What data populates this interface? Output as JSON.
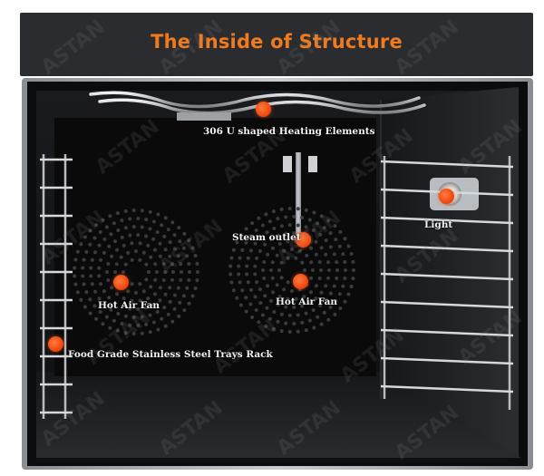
{
  "title": "The Inside of Structure",
  "watermark": "ASTAN",
  "colors": {
    "title": "#f07a1e",
    "marker": "#f04a12",
    "label": "#f2f2f2",
    "header": "#2a2c30"
  },
  "callouts": [
    {
      "id": "heating-elements",
      "label": "306 U shaped Heating Elements"
    },
    {
      "id": "light",
      "label": "Light"
    },
    {
      "id": "steam-outlet",
      "label": "Steam outlet"
    },
    {
      "id": "hot-air-fan-left",
      "label": "Hot Air Fan"
    },
    {
      "id": "hot-air-fan-right",
      "label": "Hot Air Fan"
    },
    {
      "id": "trays-rack",
      "label": "Food Grade Stainless Steel Trays Rack"
    }
  ]
}
